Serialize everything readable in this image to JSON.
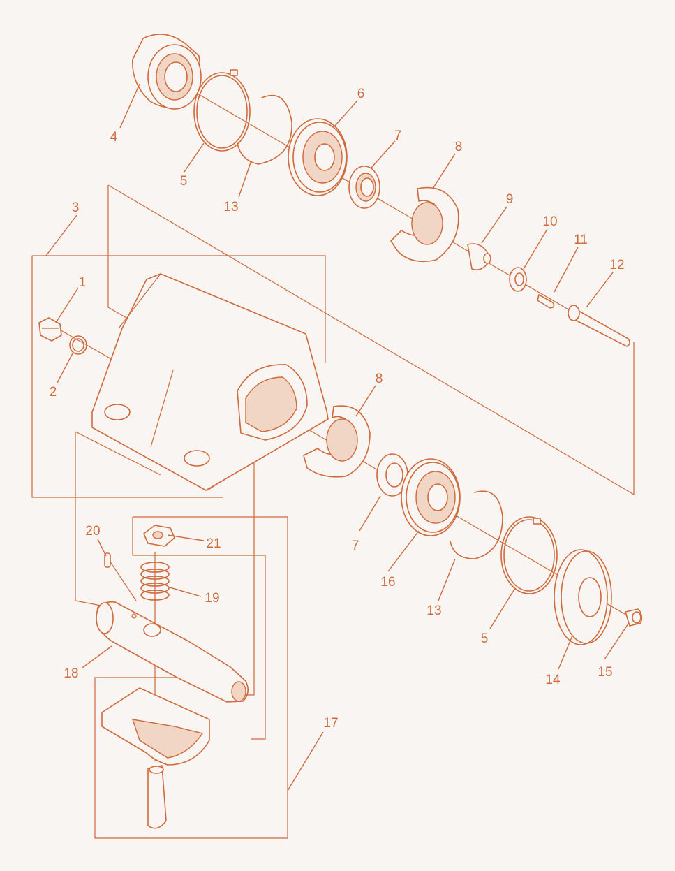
{
  "diagram": {
    "accent_color": "#cf6a3c",
    "background_color": "#f8f5f2",
    "callouts": [
      {
        "id": "c1",
        "label": "1"
      },
      {
        "id": "c2",
        "label": "2"
      },
      {
        "id": "c3",
        "label": "3"
      },
      {
        "id": "c4",
        "label": "4"
      },
      {
        "id": "c5a",
        "label": "5"
      },
      {
        "id": "c5b",
        "label": "5"
      },
      {
        "id": "c6",
        "label": "6"
      },
      {
        "id": "c7a",
        "label": "7"
      },
      {
        "id": "c7b",
        "label": "7"
      },
      {
        "id": "c8a",
        "label": "8"
      },
      {
        "id": "c8b",
        "label": "8"
      },
      {
        "id": "c9",
        "label": "9"
      },
      {
        "id": "c10",
        "label": "10"
      },
      {
        "id": "c11",
        "label": "11"
      },
      {
        "id": "c12",
        "label": "12"
      },
      {
        "id": "c13a",
        "label": "13"
      },
      {
        "id": "c13b",
        "label": "13"
      },
      {
        "id": "c14",
        "label": "14"
      },
      {
        "id": "c15",
        "label": "15"
      },
      {
        "id": "c16",
        "label": "16"
      },
      {
        "id": "c17",
        "label": "17"
      },
      {
        "id": "c18",
        "label": "18"
      },
      {
        "id": "c19",
        "label": "19"
      },
      {
        "id": "c20",
        "label": "20"
      },
      {
        "id": "c21",
        "label": "21"
      }
    ]
  }
}
